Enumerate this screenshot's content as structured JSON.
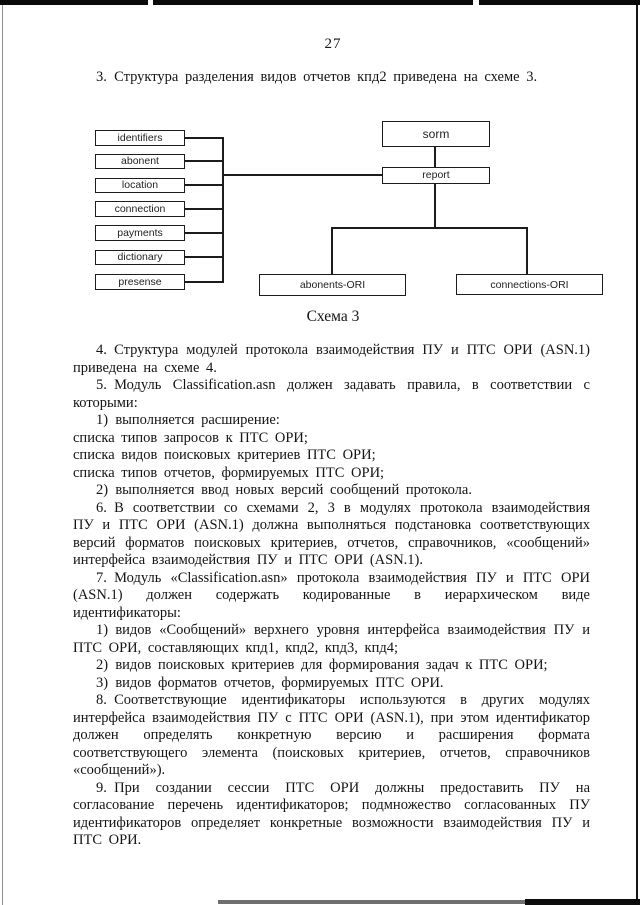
{
  "page": {
    "number": "27",
    "colors": {
      "ink": "#141414",
      "paper": "#ffffff"
    }
  },
  "intro": {
    "text": "3. Структура разделения видов отчетов кпд2 приведена на схеме 3."
  },
  "diagram": {
    "caption": "Схема 3",
    "left_boxes": [
      "identifiers",
      "abonent",
      "location",
      "connection",
      "payments",
      "dictionary",
      "presense"
    ],
    "root_box": "sorm",
    "report_box": "report",
    "bottom_boxes": [
      "abonents-ORI",
      "connections-ORI"
    ]
  },
  "paragraphs": [
    {
      "text": "4. Структура модулей протокола взаимодействия ПУ и ПТС ОРИ (ASN.1) приведена на схеме 4."
    },
    {
      "text": "5. Модуль Classification.asn должен задавать правила, в соответствии с которыми:"
    },
    {
      "text": "1) выполняется расширение:"
    },
    {
      "text": "списка типов запросов к ПТС ОРИ;"
    },
    {
      "text": "списка видов поисковых критериев ПТС ОРИ;"
    },
    {
      "text": "списка типов отчетов, формируемых ПТС ОРИ;"
    },
    {
      "text": "2) выполняется ввод новых версий сообщений протокола."
    },
    {
      "text": "6. В соответствии со схемами 2, 3 в модулях протокола взаимодействия ПУ и ПТС ОРИ (ASN.1) должна выполняться подстановка соответствующих версий форматов поисковых критериев, отчетов, справочников, «сообщений» интерфейса взаимодействия ПУ и ПТС ОРИ (ASN.1)."
    },
    {
      "text": "7. Модуль «Classification.asn» протокола взаимодействия ПУ и ПТС ОРИ (ASN.1) должен содержать кодированные в иерархическом виде идентификаторы:"
    },
    {
      "text": "1) видов «Сообщений» верхнего уровня интерфейса взаимодействия ПУ и ПТС ОРИ, составляющих кпд1, кпд2, кпд3, кпд4;"
    },
    {
      "text": "2) видов поисковых критериев для формирования задач к ПТС ОРИ;"
    },
    {
      "text": "3) видов форматов отчетов, формируемых ПТС ОРИ."
    },
    {
      "text": "8. Соответствующие идентификаторы используются в других модулях интерфейса взаимодействия ПУ с ПТС ОРИ (ASN.1), при этом идентификатор должен определять конкретную версию и расширения формата соответствующего элемента (поисковых критериев, отчетов, справочников «сообщений»)."
    },
    {
      "text": "9. При создании сессии ПТС ОРИ должны предоставить ПУ на согласование перечень идентификаторов; подмножество согласованных ПУ идентификаторов определяет конкретные возможности взаимодействия ПУ и ПТС ОРИ."
    }
  ]
}
